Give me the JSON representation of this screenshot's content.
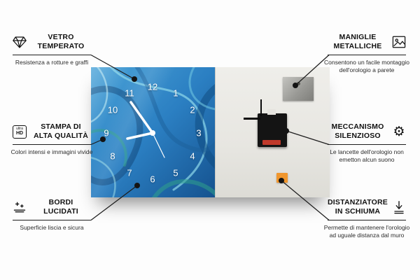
{
  "colors": {
    "clock_blue": "#2b7fc2",
    "foam_orange": "#f0962d",
    "line_black": "#1d1d1d",
    "back_panel": "#e9e8e3"
  },
  "clock": {
    "numbers": [
      "1",
      "2",
      "3",
      "4",
      "5",
      "6",
      "7",
      "8",
      "9",
      "10",
      "11",
      "12"
    ]
  },
  "callouts": {
    "left": [
      {
        "title": "VETRO TEMPERATO",
        "description": "Resistenza a rotture e graffi",
        "icon": "diamond-icon"
      },
      {
        "title": "STAMPA DI ALTA QUALITÀ",
        "description": "Colori intensi e immagini vivide",
        "icon": "ultra-hd-badge",
        "badge_line1": "ultra",
        "badge_line2": "HD"
      },
      {
        "title": "BORDI LUCIDATI",
        "description": "Superficie liscia e sicura",
        "icon": "polished-edge-icon"
      }
    ],
    "right": [
      {
        "title": "MANIGLIE METALLICHE",
        "description": "Consentono un facile montaggio dell'orologio a parete",
        "icon": "picture-frame-icon"
      },
      {
        "title": "MECCANISMO SILENZIOSO",
        "description": "Le lancette dell'orologio non emetton alcun suono",
        "icon": "gear-icon"
      },
      {
        "title": "DISTANZIATORE IN SCHIUMA",
        "description": "Permette di mantenere l'orologio ad uguale distanza dal muro",
        "icon": "spacer-arrow-icon"
      }
    ]
  }
}
